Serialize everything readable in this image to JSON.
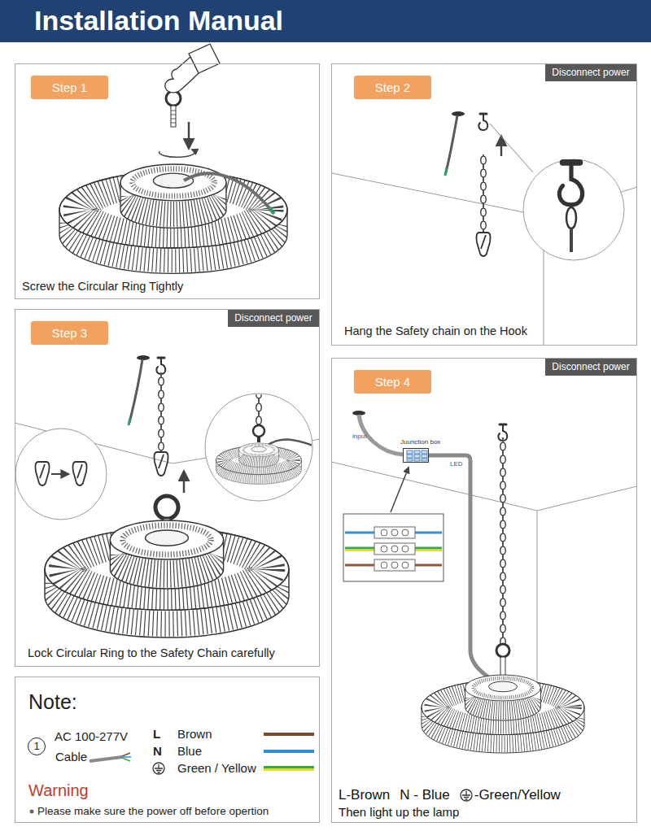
{
  "diagram": {
    "title": "Installation Manual",
    "nodes": [
      {
        "text": [
          "Screw the Circular Ring Tightly"
        ]
      },
      {
        "text": [
          "Step 1"
        ],
        "in": 0
      },
      {
        "text": [
          "Hang the Safety chain on the Hook"
        ]
      },
      {
        "text": [
          "Step 2"
        ],
        "in": 2
      },
      {
        "text": [
          "Disconnect power"
        ],
        "in": 2
      },
      {
        "text": [
          "Lock Circular Ring to the Safety Chain carefully"
        ]
      },
      {
        "text": [
          "Step 3"
        ],
        "in": 5
      },
      {
        "text": [
          "Disconnect power"
        ],
        "in": 5
      },
      {
        "text": [
          "L-Brown",
          "N - Blue",
          "-Green/Yellow",
          "Then light up the lamp"
        ]
      },
      {
        "text": [
          "Step 4"
        ],
        "in": 8
      },
      {
        "text": [
          "Disconnect power"
        ],
        "in": 8
      },
      {
        "text": [
          "Juunction box"
        ],
        "in": 8
      },
      {
        "text": [
          "Note:"
        ]
      },
      {
        "text": [
          "1"
        ],
        "in": 12
      }
    ],
    "labels": [
      "AC 100-277V",
      "Cable",
      "L",
      "N",
      "Warning",
      "Please make sure the power off before opertion",
      "input",
      "LED"
    ],
    "legend": [
      {
        "text": "Brown",
        "color": "#7b4a2e"
      },
      {
        "text": "Blue",
        "color": "#2f8fcf"
      },
      {
        "text": "Green / Yellow"
      }
    ]
  }
}
